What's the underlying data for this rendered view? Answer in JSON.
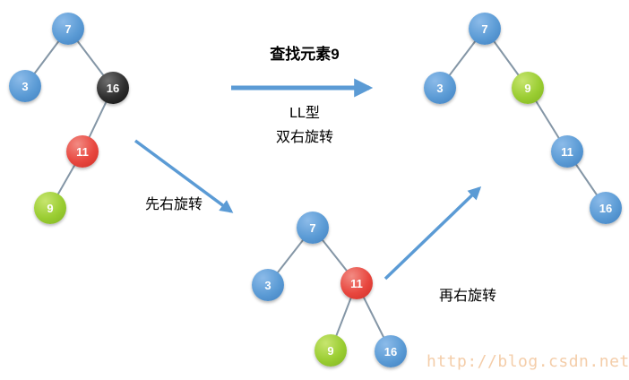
{
  "labels": {
    "find": "查找元素9",
    "ll_type": "LL型",
    "double_right_rotate": "双右旋转",
    "first_right_rotate": "先右旋转",
    "second_right_rotate": "再右旋转"
  },
  "watermark": "http://blog.csdn.net/",
  "colors": {
    "node_blue": "#5b9bd5",
    "node_black": "#2e2e2e",
    "node_red": "#e8473f",
    "node_green": "#9acd32",
    "arrow": "#5b9bd5",
    "edge": "#8496a6",
    "watermark": "#f4cda9"
  },
  "trees": {
    "initial": {
      "description": "unbalanced tree before rotation",
      "nodes": [
        {
          "value": "7",
          "color": "blue"
        },
        {
          "value": "3",
          "color": "blue"
        },
        {
          "value": "16",
          "color": "black"
        },
        {
          "value": "11",
          "color": "red"
        },
        {
          "value": "9",
          "color": "green"
        }
      ],
      "edges": [
        "7-3",
        "7-16",
        "16-11",
        "11-9"
      ]
    },
    "intermediate": {
      "description": "tree after first right rotation",
      "nodes": [
        {
          "value": "7",
          "color": "blue"
        },
        {
          "value": "3",
          "color": "blue"
        },
        {
          "value": "11",
          "color": "red"
        },
        {
          "value": "9",
          "color": "green"
        },
        {
          "value": "16",
          "color": "blue"
        }
      ],
      "edges": [
        "7-3",
        "7-11",
        "11-9",
        "11-16"
      ]
    },
    "final": {
      "description": "balanced tree after double right rotation",
      "nodes": [
        {
          "value": "7",
          "color": "blue"
        },
        {
          "value": "3",
          "color": "blue"
        },
        {
          "value": "9",
          "color": "green"
        },
        {
          "value": "11",
          "color": "blue"
        },
        {
          "value": "16",
          "color": "blue"
        }
      ],
      "edges": [
        "7-3",
        "7-9",
        "9-11",
        "11-16"
      ]
    }
  }
}
